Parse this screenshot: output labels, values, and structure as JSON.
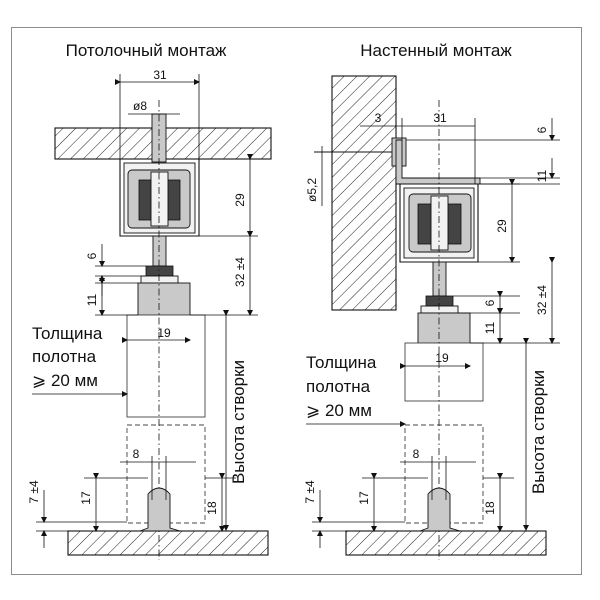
{
  "titles": {
    "ceiling": "Потолочный монтаж",
    "wall": "Настенный монтаж"
  },
  "ceiling": {
    "dim_width": "31",
    "dim_bolt": "ø8",
    "dim_roller_h": "29",
    "dim_nut": "6",
    "dim_collar": "11",
    "dim_adjust": "32 ±4",
    "dim_panel": "19",
    "dim_guide": "8",
    "dim_bottom_gap": "7 ±4",
    "dim_guide_h": "17",
    "dim_floor": "18",
    "panel_label": [
      "Толщина",
      "полотна",
      "⩾ 20 мм"
    ],
    "height_label": "Высота створки"
  },
  "wall": {
    "dim_offset": "3",
    "dim_width": "31",
    "dim_top": "6",
    "dim_bracket": "11",
    "dim_hole": "ø5,2",
    "dim_roller_h": "29",
    "dim_nut": "6",
    "dim_collar": "11",
    "dim_adjust": "32 ±4",
    "dim_panel": "19",
    "dim_guide": "8",
    "dim_bottom_gap": "7 ±4",
    "dim_guide_h": "17",
    "dim_floor": "18",
    "panel_label": [
      "Толщина",
      "полотна",
      "⩾ 20 мм"
    ],
    "height_label": "Высота створки"
  }
}
